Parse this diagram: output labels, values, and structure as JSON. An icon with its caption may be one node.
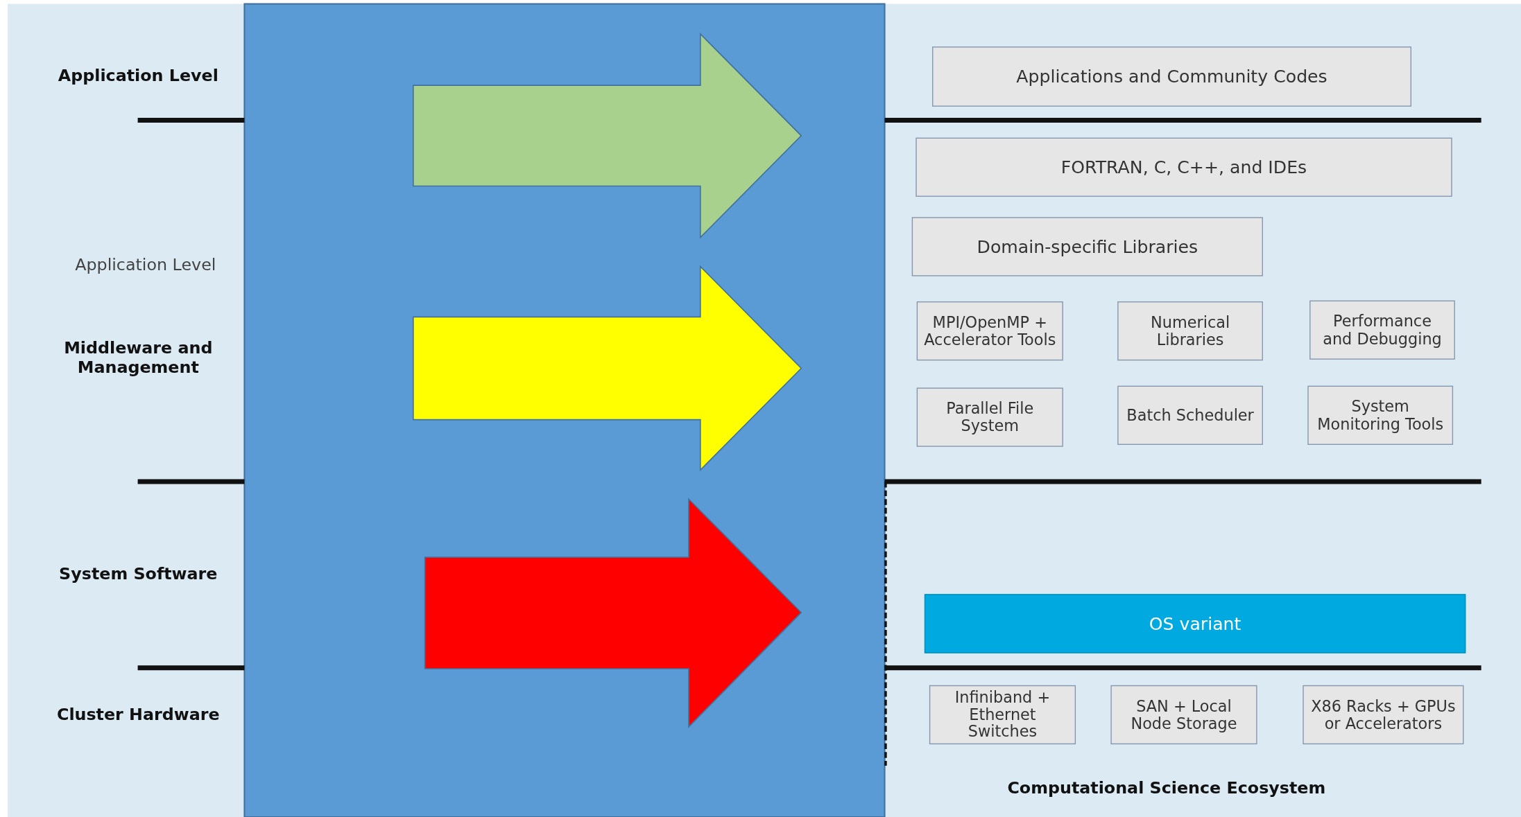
{
  "diagram": {
    "caption": "Computational Science Ecosystem",
    "nodes": [
      {
        "text": [
          "Applications and Community Codes"
        ]
      },
      {
        "text": [
          "FORTRAN, C, C++, and IDEs"
        ]
      },
      {
        "text": [
          "Domain-specific Libraries"
        ]
      },
      {
        "text": [
          "MPI/OpenMP + Accelerator Tools"
        ]
      },
      {
        "text": [
          "Numerical Libraries"
        ]
      },
      {
        "text": [
          "Performance and Debugging"
        ]
      },
      {
        "text": [
          "Parallel File System"
        ]
      },
      {
        "text": [
          "Batch Scheduler"
        ]
      },
      {
        "text": [
          "System Monitoring Tools"
        ]
      },
      {
        "text": [
          "OS variant"
        ]
      },
      {
        "text": [
          "Infiniband + Ethernet Switches"
        ]
      },
      {
        "text": [
          "SAN + Local Node Storage"
        ]
      },
      {
        "text": [
          "X86 Racks + GPUs or Accelerators"
        ]
      }
    ],
    "labels": [
      "Application Level",
      "Application Level",
      "Middleware and Management",
      "System Software",
      "Cluster Hardware"
    ]
  }
}
